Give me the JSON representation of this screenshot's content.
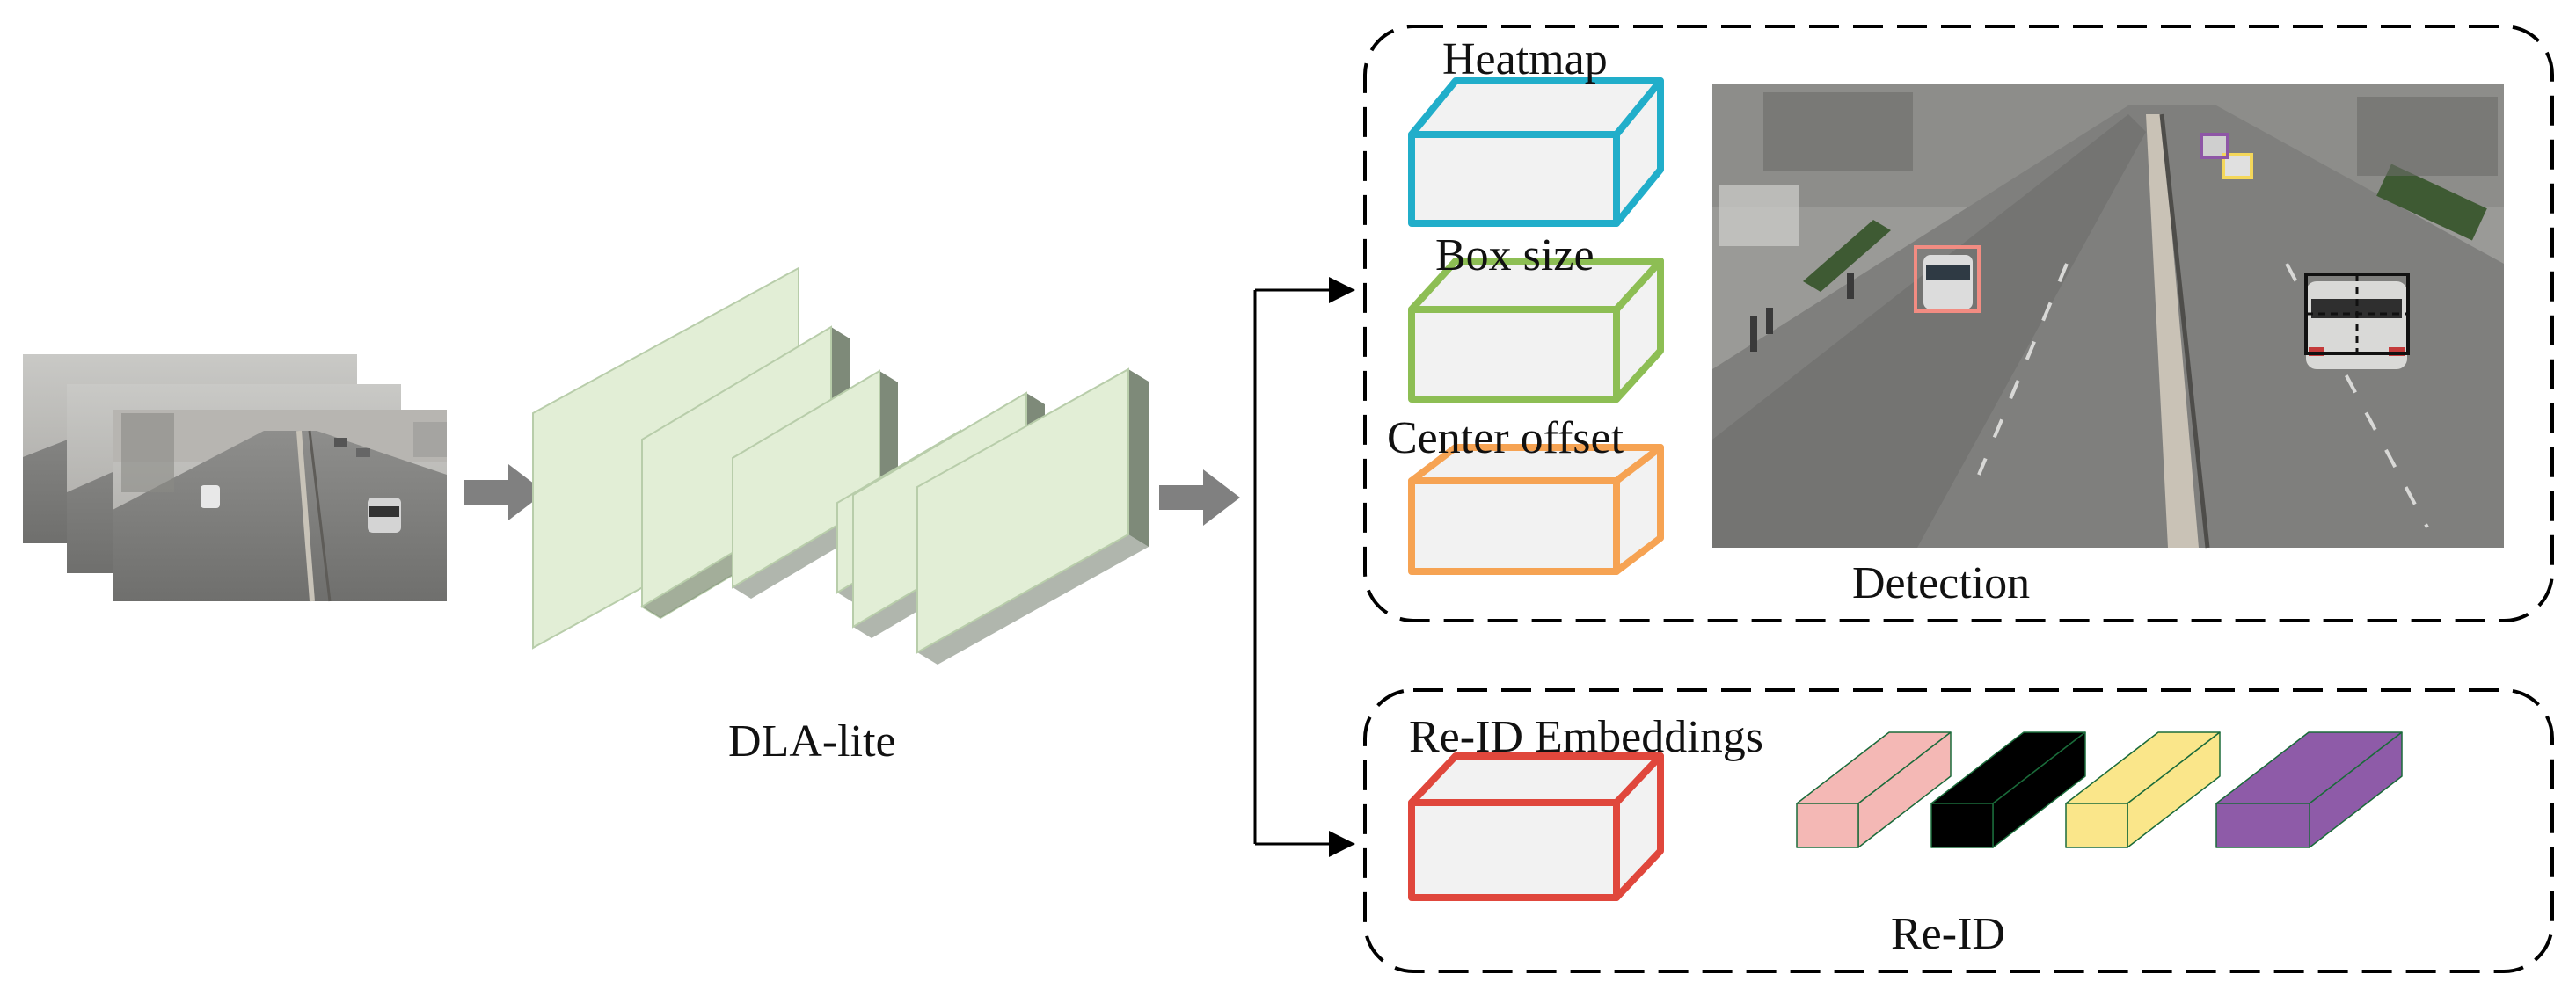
{
  "backbone": {
    "label": "DLA-lite"
  },
  "detection": {
    "title": "Detection",
    "heads": [
      {
        "label": "Heatmap",
        "color": "#21AECA"
      },
      {
        "label": "Box size",
        "color": "#8DBE54"
      },
      {
        "label": "Center offset",
        "color": "#F6A353"
      }
    ],
    "box_colors": [
      "#F28C82",
      "#111111",
      "#F4D75A",
      "#8E56A6"
    ]
  },
  "reid": {
    "title": "Re-ID",
    "head": {
      "label": "Re-ID Embeddings",
      "color": "#E0473C"
    },
    "embedding_colors": [
      "#F4B8B5",
      "#000000",
      "#FAE68A",
      "#8E5BA8"
    ]
  },
  "colors": {
    "feature_face": "#E2EED6",
    "feature_side": "#7E8A79",
    "feature_edge": "#B8CDAA",
    "arrow_gray": "#808080",
    "head_fill": "#F2F2F2"
  }
}
